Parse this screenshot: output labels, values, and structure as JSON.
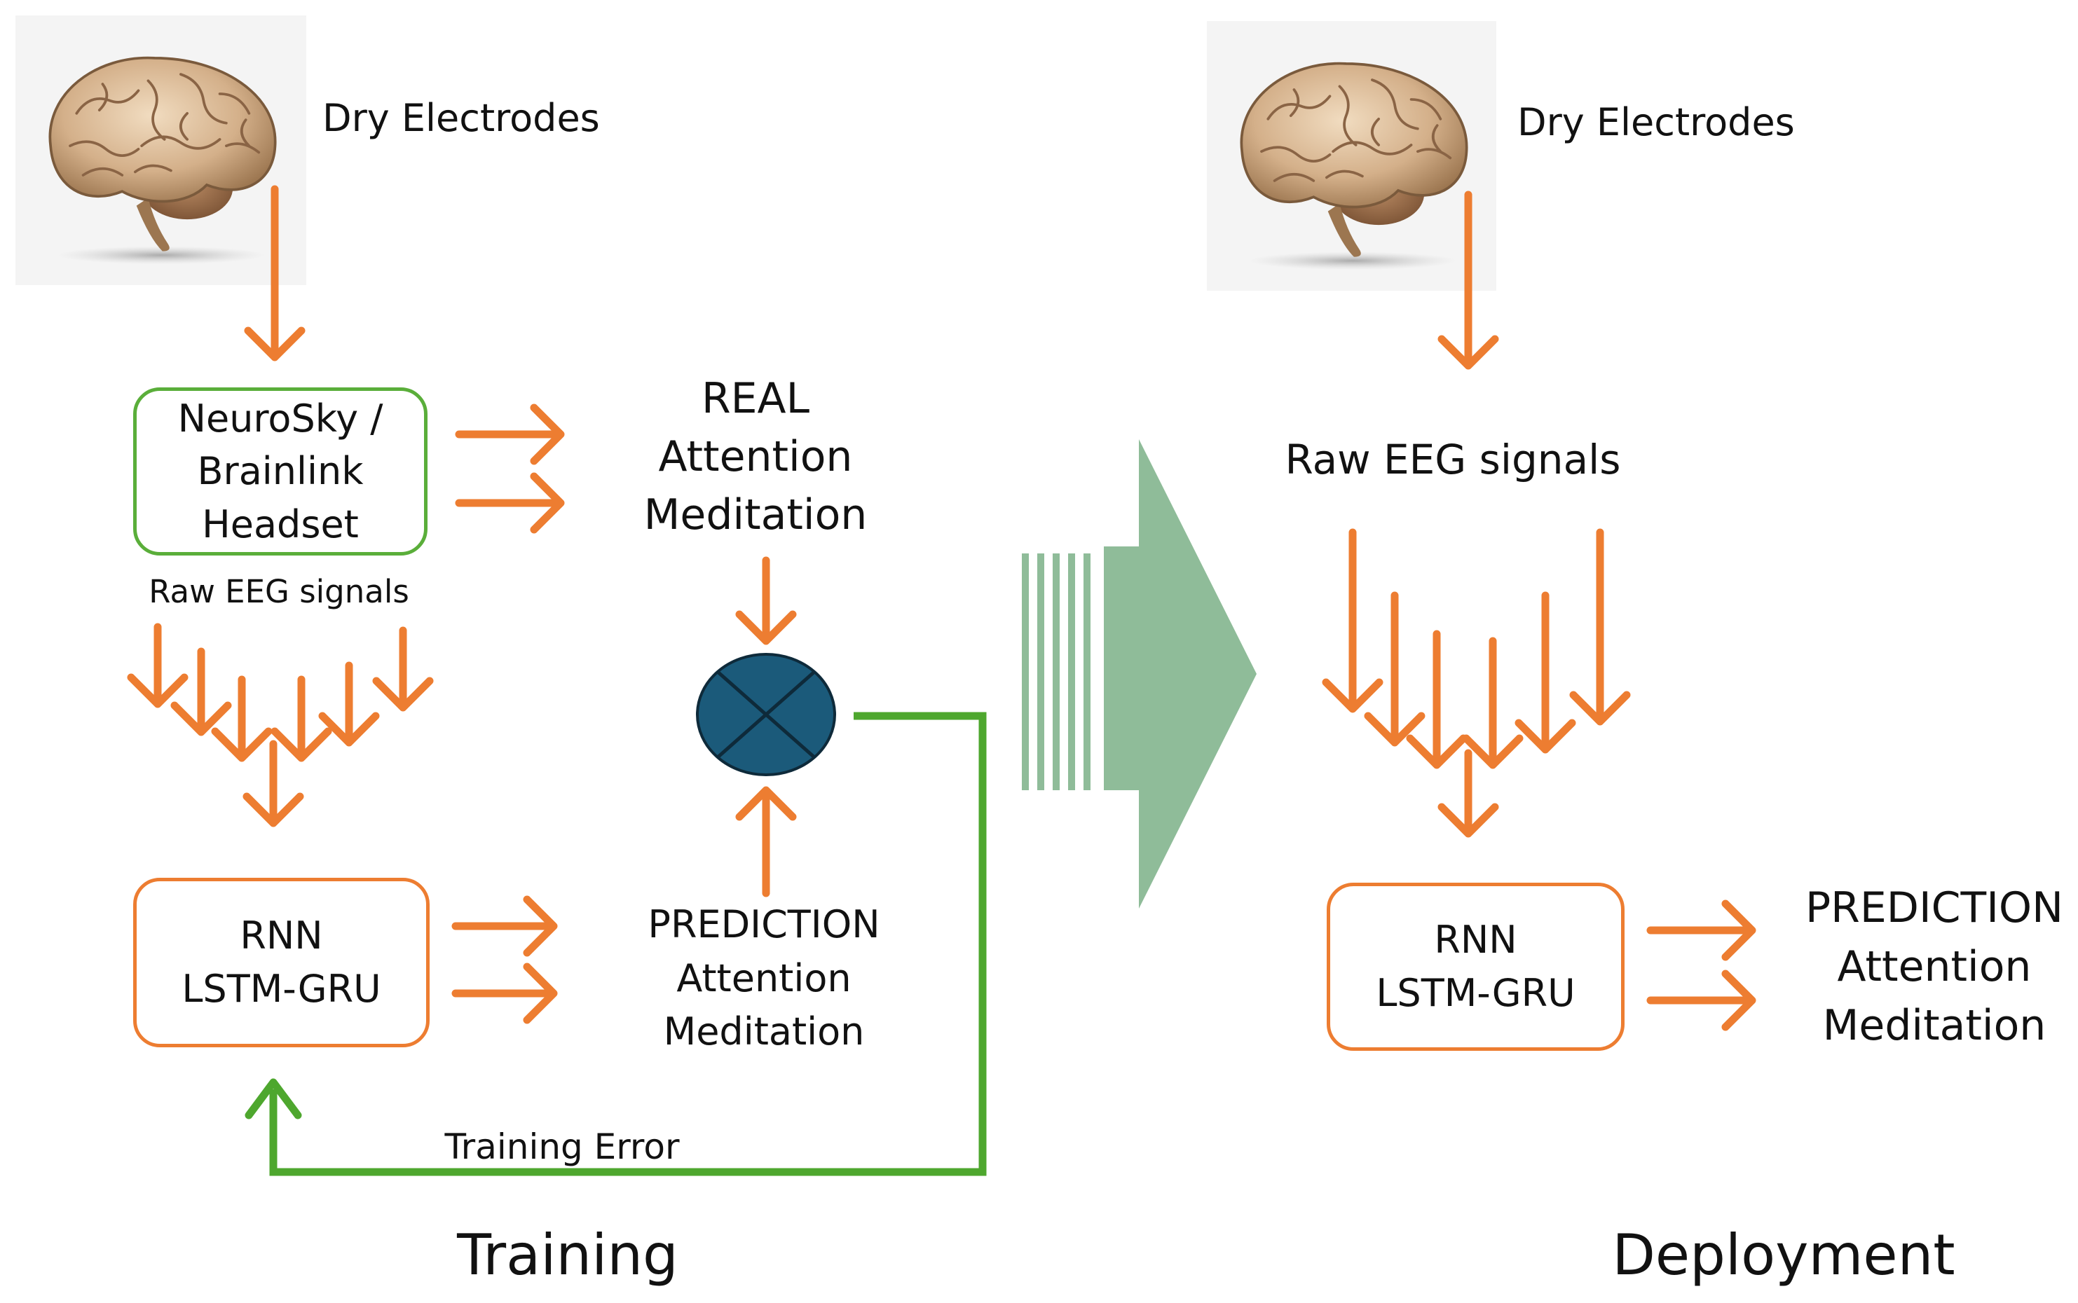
{
  "colors": {
    "arrow": "#ED7D31",
    "feedback": "#4EA72E",
    "big_arrow": "#8FBC99",
    "comparator": "#1B5A7A",
    "headset_border": "#5AAE3A",
    "rnn_border": "#ED7D31"
  },
  "training": {
    "electrodes_label": "Dry Electrodes",
    "headset_lines": [
      "NeuroSky /",
      "Brainlink",
      "Headset"
    ],
    "raw_label": "Raw EEG signals",
    "real_lines": [
      "REAL",
      "Attention",
      "Meditation"
    ],
    "model_lines": [
      "RNN",
      "LSTM-GRU"
    ],
    "prediction_lines": [
      "PREDICTION",
      "Attention",
      "Meditation"
    ],
    "error_label": "Training Error",
    "caption": "Training"
  },
  "deployment": {
    "electrodes_label": "Dry Electrodes",
    "raw_label": "Raw EEG signals",
    "model_lines": [
      "RNN",
      "LSTM-GRU"
    ],
    "prediction_lines": [
      "PREDICTION",
      "Attention",
      "Meditation"
    ],
    "caption": "Deployment"
  }
}
